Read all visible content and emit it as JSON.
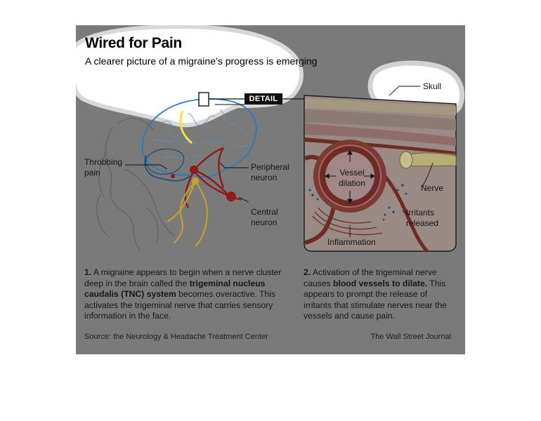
{
  "header": {
    "title": "Wired for Pain",
    "subtitle": "A clearer picture of a migraine’s progress is emerging"
  },
  "left_diagram": {
    "labels": {
      "throbbing": [
        "Throbbing",
        "pain"
      ],
      "peripheral": [
        "Peripheral",
        "neuron"
      ],
      "central": [
        "Central",
        "neuron"
      ]
    }
  },
  "detail_tag": "DETAIL",
  "right_diagram": {
    "labels": {
      "skull": "Skull",
      "vessel": [
        "Vessel",
        "dilation"
      ],
      "nerve": "Nerve",
      "irritants": [
        "Irritants",
        "released"
      ],
      "inflammation": "Inflammation"
    }
  },
  "captions": {
    "step1": {
      "num": "1.",
      "parts": [
        " A migraine appears to begin when a nerve cluster deep in the brain called the ",
        "trigeminal nucleus caudalis (TNC) system",
        " becomes overactive. This activates the trigeminal nerve that carries sensory information in the face."
      ]
    },
    "step2": {
      "num": "2.",
      "parts": [
        " Activation of the trigeminal nerve causes ",
        "blood vessels to dilate.",
        " This appears to prompt the release of irritants that stimulate nerves near the vessels and cause pain."
      ]
    }
  },
  "footer": {
    "source": "Source: the Neurology & Headache Treatment Center",
    "credit": "The Wall Street Journal"
  },
  "colors": {
    "panel_gray": "#7a7a7a",
    "brain_blue": "#2f79b5",
    "neuron_red": "#8e1c17",
    "nerve_yellow": "#c9a326",
    "pathway_yellow": "#f2e33a",
    "blob_white": "#ffffff"
  }
}
